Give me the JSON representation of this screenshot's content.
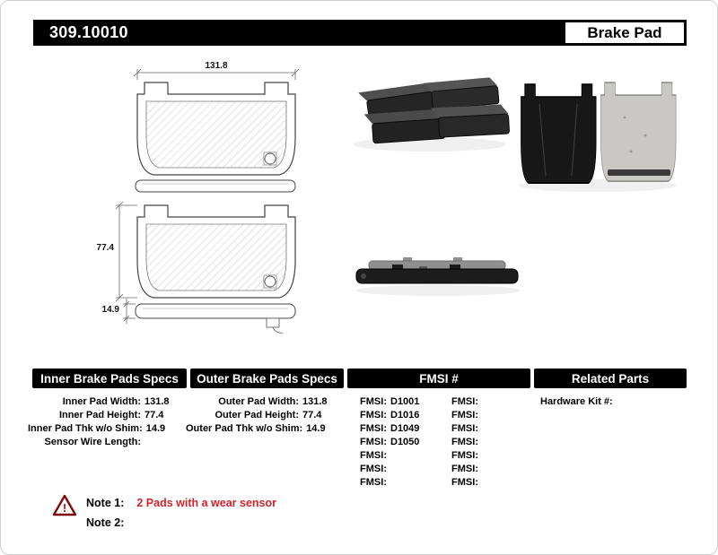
{
  "header": {
    "part_number": "309.10010",
    "product_badge": "Brake Pad"
  },
  "dimensions": {
    "width": "131.8",
    "height": "77.4",
    "thickness": "14.9"
  },
  "icons": {
    "warning": "!"
  },
  "specs": {
    "inner": {
      "header": "Inner Brake Pads Specs",
      "rows": [
        {
          "label": "Inner Pad Width:",
          "value": "131.8"
        },
        {
          "label": "Inner Pad Height:",
          "value": "77.4"
        },
        {
          "label": "Inner Pad Thk w/o Shim:",
          "value": "14.9"
        },
        {
          "label": "Sensor Wire Length:",
          "value": ""
        }
      ]
    },
    "outer": {
      "header": "Outer Brake Pads Specs",
      "rows": [
        {
          "label": "Outer Pad Width:",
          "value": "131.8"
        },
        {
          "label": "Outer Pad Height:",
          "value": "77.4"
        },
        {
          "label": "Outer Pad Thk w/o Shim:",
          "value": "14.9"
        }
      ]
    },
    "fmsi": {
      "header": "FMSI #",
      "left": [
        {
          "label": "FMSI:",
          "value": "D1001"
        },
        {
          "label": "FMSI:",
          "value": "D1016"
        },
        {
          "label": "FMSI:",
          "value": "D1049"
        },
        {
          "label": "FMSI:",
          "value": "D1050"
        },
        {
          "label": "FMSI:",
          "value": ""
        },
        {
          "label": "FMSI:",
          "value": ""
        },
        {
          "label": "FMSI:",
          "value": ""
        }
      ],
      "right": [
        {
          "label": "FMSI:",
          "value": ""
        },
        {
          "label": "FMSI:",
          "value": ""
        },
        {
          "label": "FMSI:",
          "value": ""
        },
        {
          "label": "FMSI:",
          "value": ""
        },
        {
          "label": "FMSI:",
          "value": ""
        },
        {
          "label": "FMSI:",
          "value": ""
        },
        {
          "label": "FMSI:",
          "value": ""
        }
      ]
    },
    "related": {
      "header": "Related Parts",
      "rows": [
        {
          "label": "Hardware Kit #:",
          "value": ""
        }
      ]
    }
  },
  "notes": {
    "note1_label": "Note 1:",
    "note1_text": "2 Pads with a wear sensor",
    "note2_label": "Note 2:",
    "note2_text": ""
  }
}
